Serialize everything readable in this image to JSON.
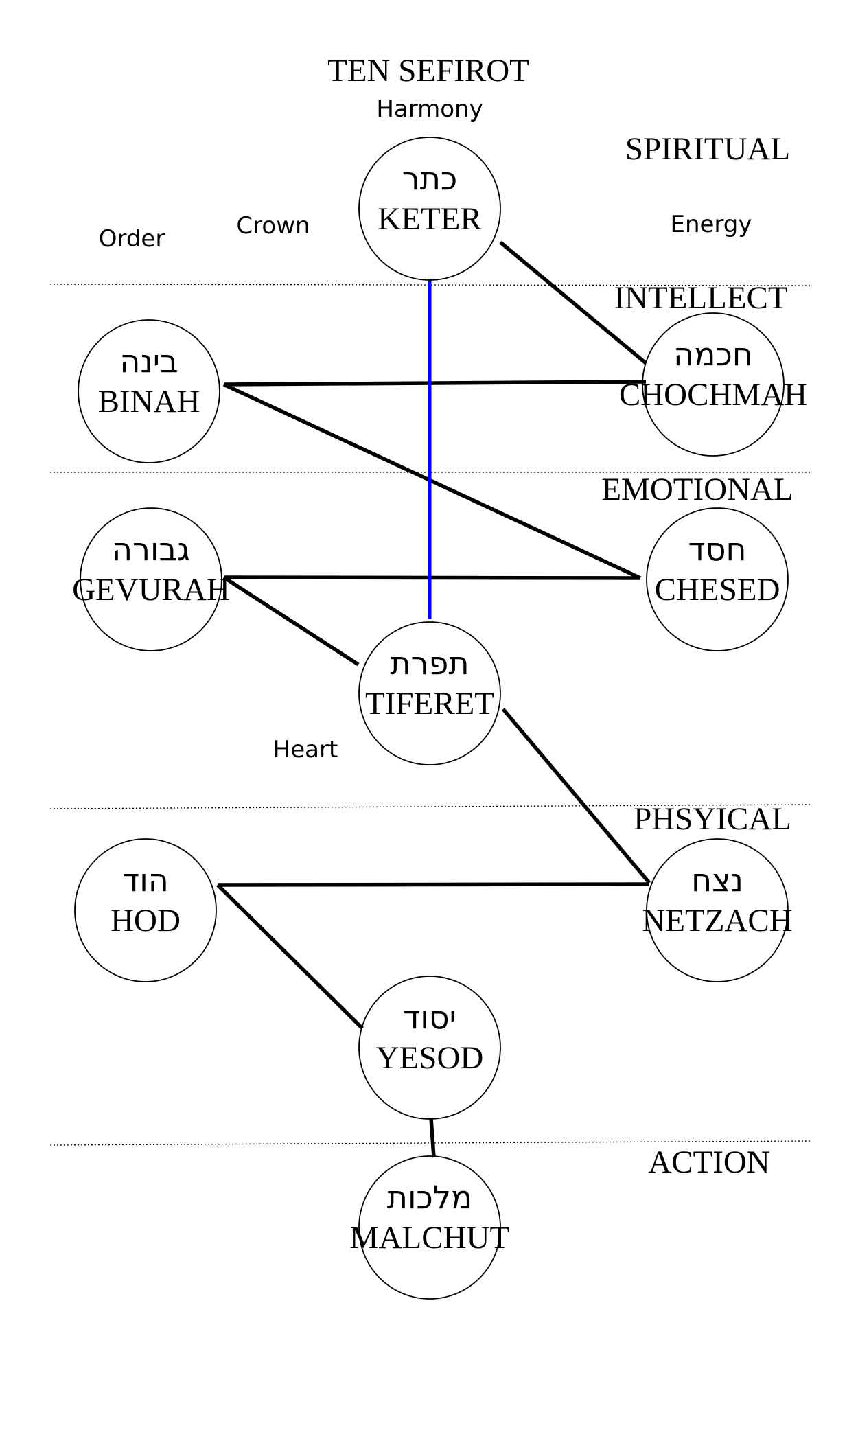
{
  "title": "TEN SEFIROT",
  "labels": {
    "harmony": "Harmony",
    "crown": "Crown",
    "order": "Order",
    "energy": "Energy",
    "heart": "Heart"
  },
  "levels": {
    "spiritual": "SPIRITUAL",
    "intellect": "INTELLECT",
    "emotional": "EMOTIONAL",
    "physical": "PHSYICAL",
    "action": "ACTION"
  },
  "sefirot": {
    "keter": {
      "hebrew": "כתר",
      "name": "KETER"
    },
    "binah": {
      "hebrew": "בינה",
      "name": "BINAH"
    },
    "chochmah": {
      "hebrew": "חכמה",
      "name": "CHOCHMAH"
    },
    "gevurah": {
      "hebrew": "גבורה",
      "name": "GEVURAH"
    },
    "chesed": {
      "hebrew": "חסד",
      "name": "CHESED"
    },
    "tiferet": {
      "hebrew": "תפרת",
      "name": "TIFERET"
    },
    "hod": {
      "hebrew": "הוד",
      "name": "HOD"
    },
    "netzach": {
      "hebrew": "נצח",
      "name": "NETZACH"
    },
    "yesod": {
      "hebrew": "יסוד",
      "name": "YESOD"
    },
    "malchut": {
      "hebrew": "מלכות",
      "name": "MALCHUT"
    }
  },
  "connections": [
    [
      "keter",
      "chochmah"
    ],
    [
      "binah",
      "chochmah"
    ],
    [
      "binah",
      "chesed"
    ],
    [
      "gevurah",
      "chesed"
    ],
    [
      "gevurah",
      "tiferet"
    ],
    [
      "tiferet",
      "netzach"
    ],
    [
      "hod",
      "netzach"
    ],
    [
      "hod",
      "yesod"
    ],
    [
      "yesod",
      "malchut"
    ]
  ],
  "highlight_connection": [
    "keter",
    "tiferet"
  ],
  "colors": {
    "line": "#000000",
    "highlight": "#0000ff"
  }
}
